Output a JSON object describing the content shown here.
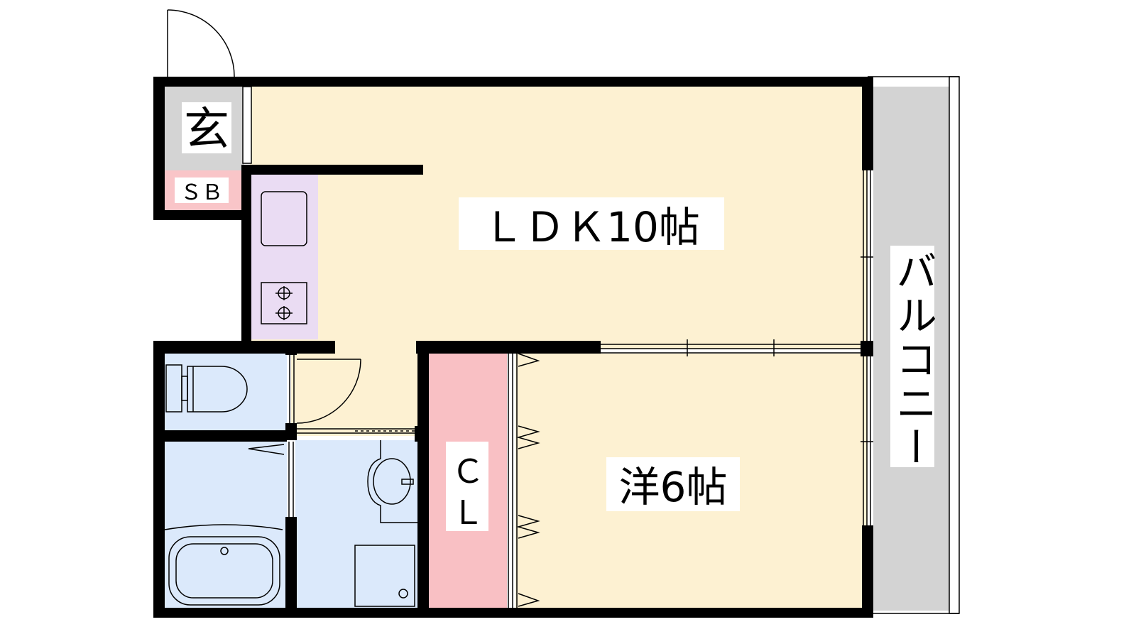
{
  "rooms": {
    "genkan": "玄",
    "shoe_box": "ＳＢ",
    "ldk": "ＬＤＫ10帖",
    "western": "洋6帖",
    "closet_top": "Ｃ",
    "closet_bottom": "Ｌ",
    "balcony": "バルコニー"
  },
  "colors": {
    "living_floor": "#fdf1d2",
    "genkan_floor": "#d4d4d4",
    "shoe_box": "#f9c5c8",
    "kitchen": "#eadcf3",
    "wet_area": "#dbe9fb",
    "closet": "#f9c0c4",
    "balcony": "#d3d3d3",
    "wall": "#000000"
  }
}
